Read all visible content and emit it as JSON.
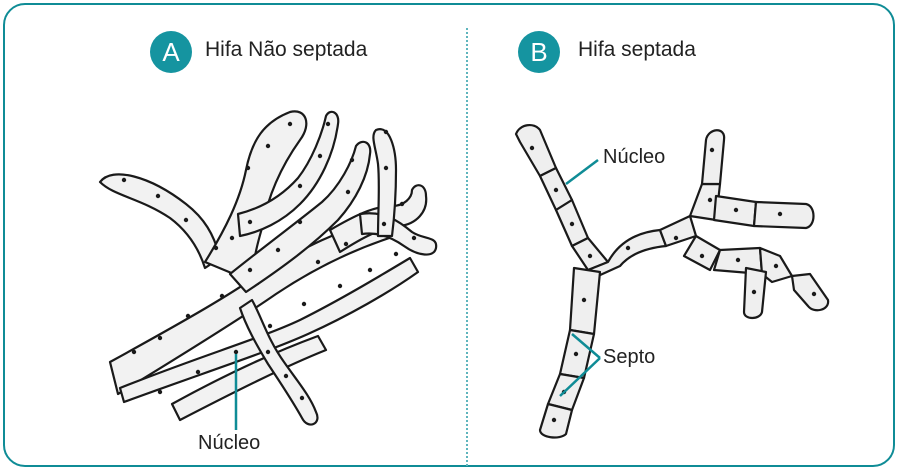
{
  "panel_a": {
    "letter": "A",
    "title": "Hifa Não septada",
    "nucleus_label": "Núcleo"
  },
  "panel_b": {
    "letter": "B",
    "title": "Hifa septada",
    "nucleus_label": "Núcleo",
    "septum_label": "Septo"
  },
  "colors": {
    "accent": "#1594a0",
    "frame": "#0f8c96",
    "outline": "#1a1a1a",
    "hypha_fill": "#f2f2f2",
    "septum_fill": "#efefef"
  }
}
